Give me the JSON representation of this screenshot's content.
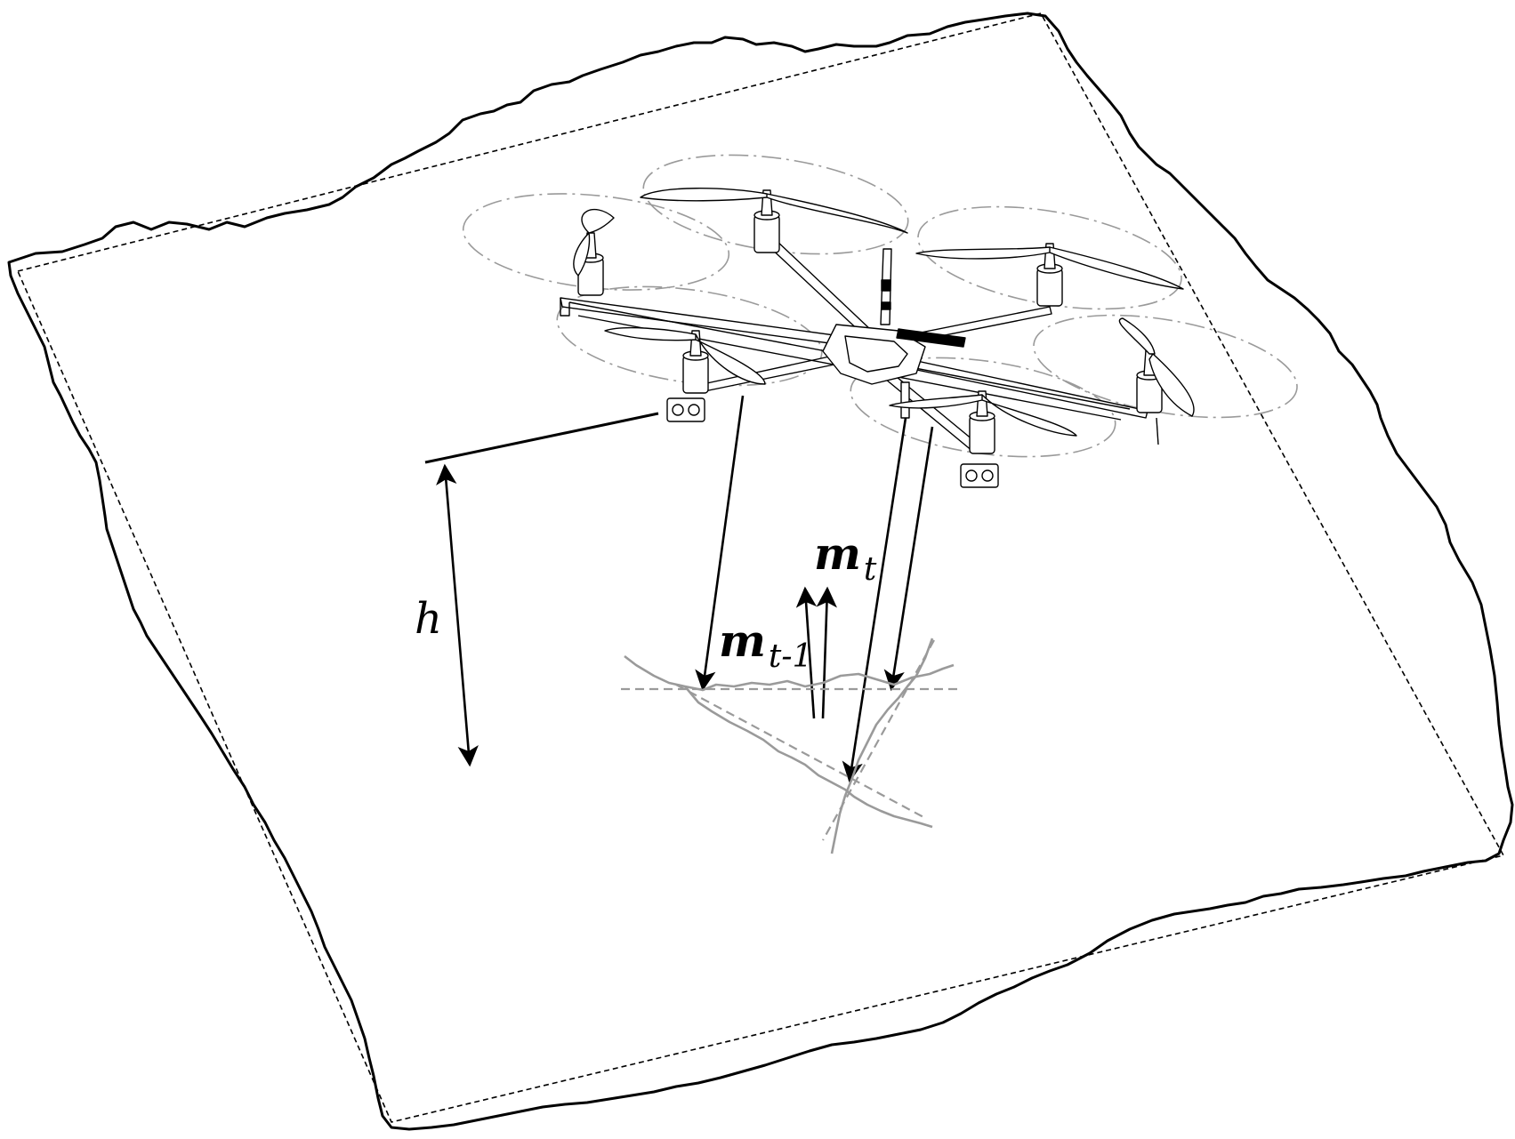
{
  "labels": {
    "h": "h",
    "m_t_base": "m",
    "m_t_sub": "t",
    "m_t1_base": "m",
    "m_t1_sub": "t-1"
  },
  "colors": {
    "ink": "#000000",
    "rotor": "#9a9a9a",
    "crack": "#9a9a9a",
    "plane": "#000000"
  }
}
